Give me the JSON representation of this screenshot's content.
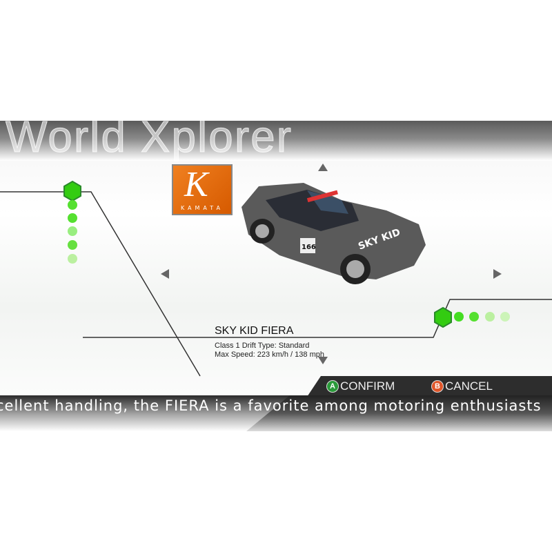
{
  "header": {
    "title": "World Xplorer"
  },
  "manufacturer": {
    "logo_text": "K",
    "name": "KAMATA"
  },
  "car": {
    "name": "SKY KID FIERA",
    "class_drift": "Class 1  Drift Type: Standard",
    "max_speed": "Max Speed: 223 km/h / 138 mph",
    "livery_number": "166"
  },
  "buttons": {
    "confirm_key": "A",
    "confirm": "CONFIRM",
    "cancel_key": "B",
    "cancel": "CANCEL"
  },
  "ticker": "cellent handling, the FIERA is a favorite among motoring enthusiasts",
  "colors": {
    "accent_green": "#44dd22",
    "confirm_green": "#2a9a3a",
    "cancel_orange": "#e0562a",
    "logo_orange": "#e86d10"
  }
}
